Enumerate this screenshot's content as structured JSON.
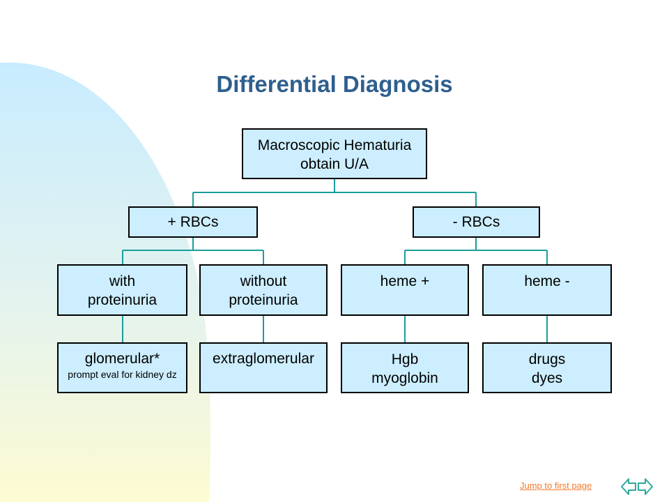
{
  "title": "Differential Diagnosis",
  "nodes": {
    "root": [
      "Macroscopic Hematuria",
      "obtain U/A"
    ],
    "pos_rbc": [
      "+ RBCs"
    ],
    "neg_rbc": [
      "- RBCs"
    ],
    "with_prot": [
      "with",
      "proteinuria"
    ],
    "without_prot": [
      "without",
      "proteinuria"
    ],
    "heme_pos": [
      "heme +"
    ],
    "heme_neg": [
      "heme -"
    ],
    "glomerular": [
      "glomerular*"
    ],
    "glomerular_note": "prompt eval for kidney dz",
    "extraglomerular": [
      "extraglomerular"
    ],
    "hgb": [
      "Hgb",
      "myoglobin"
    ],
    "drugs": [
      "drugs",
      "dyes"
    ]
  },
  "footer": {
    "jump_label": "Jump to first page"
  },
  "icons": {
    "prev": "arrow-left-icon",
    "next": "arrow-right-icon"
  },
  "colors": {
    "title": "#2E5F8E",
    "box_fill": "#CCEEFF",
    "connector": "#1A9E9A",
    "link": "#F47A2A",
    "nav_icon": "#2CA89A"
  }
}
